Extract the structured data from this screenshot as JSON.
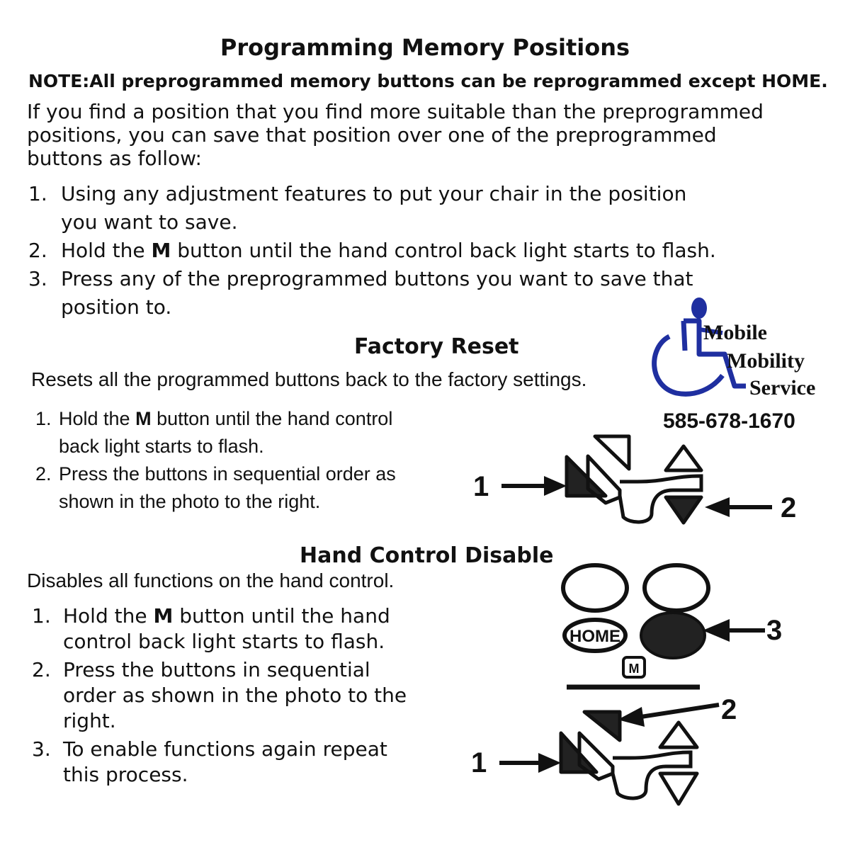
{
  "title": "Programming Memory Positions",
  "note": "NOTE:All preprogrammed memory buttons can be reprogrammed except HOME.",
  "intro_lines": [
    "If you find a position that you find more suitable than the preprogrammed",
    "positions, you can save that position over one of the preprogrammed",
    "buttons as follow:"
  ],
  "memory_steps": [
    {
      "num": "1.",
      "lines": [
        "Using any adjustment features to put your chair in the position",
        "you want to save."
      ]
    },
    {
      "num": "2.",
      "pre": "Hold the ",
      "bold": "M",
      "post": " button until the hand control back light starts to flash."
    },
    {
      "num": "3.",
      "lines": [
        "Press any of the preprogrammed buttons you want to save that",
        "position to."
      ]
    }
  ],
  "factory_reset": {
    "title": "Factory Reset",
    "description": "Resets all the programmed buttons back to the factory settings.",
    "steps": [
      {
        "num": "1.",
        "pre": "Hold the ",
        "bold": "M",
        "post": " button until the hand control",
        "line2": "back light starts to flash."
      },
      {
        "num": "2.",
        "line1": "Press the buttons in sequential order as",
        "line2": "shown in the photo to the right."
      }
    ]
  },
  "hand_control_disable": {
    "title": "Hand Control Disable",
    "description": "Disables all functions on the hand control.",
    "steps": [
      {
        "num": "1.",
        "pre": "Hold the ",
        "bold": "M",
        "post": " button until the hand",
        "line2": "control back light starts to flash."
      },
      {
        "num": "2.",
        "lines": [
          "Press the buttons in sequential",
          "order as shown in the photo to the",
          "right."
        ]
      },
      {
        "num": "3.",
        "lines": [
          "To enable functions again repeat",
          "this process."
        ]
      }
    ]
  },
  "logo": {
    "line1": "Mobile",
    "line2": "Mobility",
    "line3": "Service",
    "phone": "585-678-1670",
    "color": "#1f2fa0"
  },
  "diagram_reset": {
    "label_1": "1",
    "label_2": "2"
  },
  "diagram_disable": {
    "home_label": "HOME",
    "m_label": "M",
    "label_1": "1",
    "label_2": "2",
    "label_3": "3"
  }
}
